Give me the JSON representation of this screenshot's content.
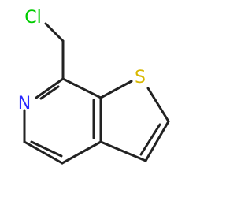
{
  "molecule": {
    "atoms": {
      "cl": {
        "label": "Cl",
        "color": "#00cc00"
      },
      "n": {
        "label": "N",
        "color": "#2b2bff"
      },
      "s": {
        "label": "S",
        "color": "#d8b800"
      }
    },
    "bond_color": "#222222"
  }
}
